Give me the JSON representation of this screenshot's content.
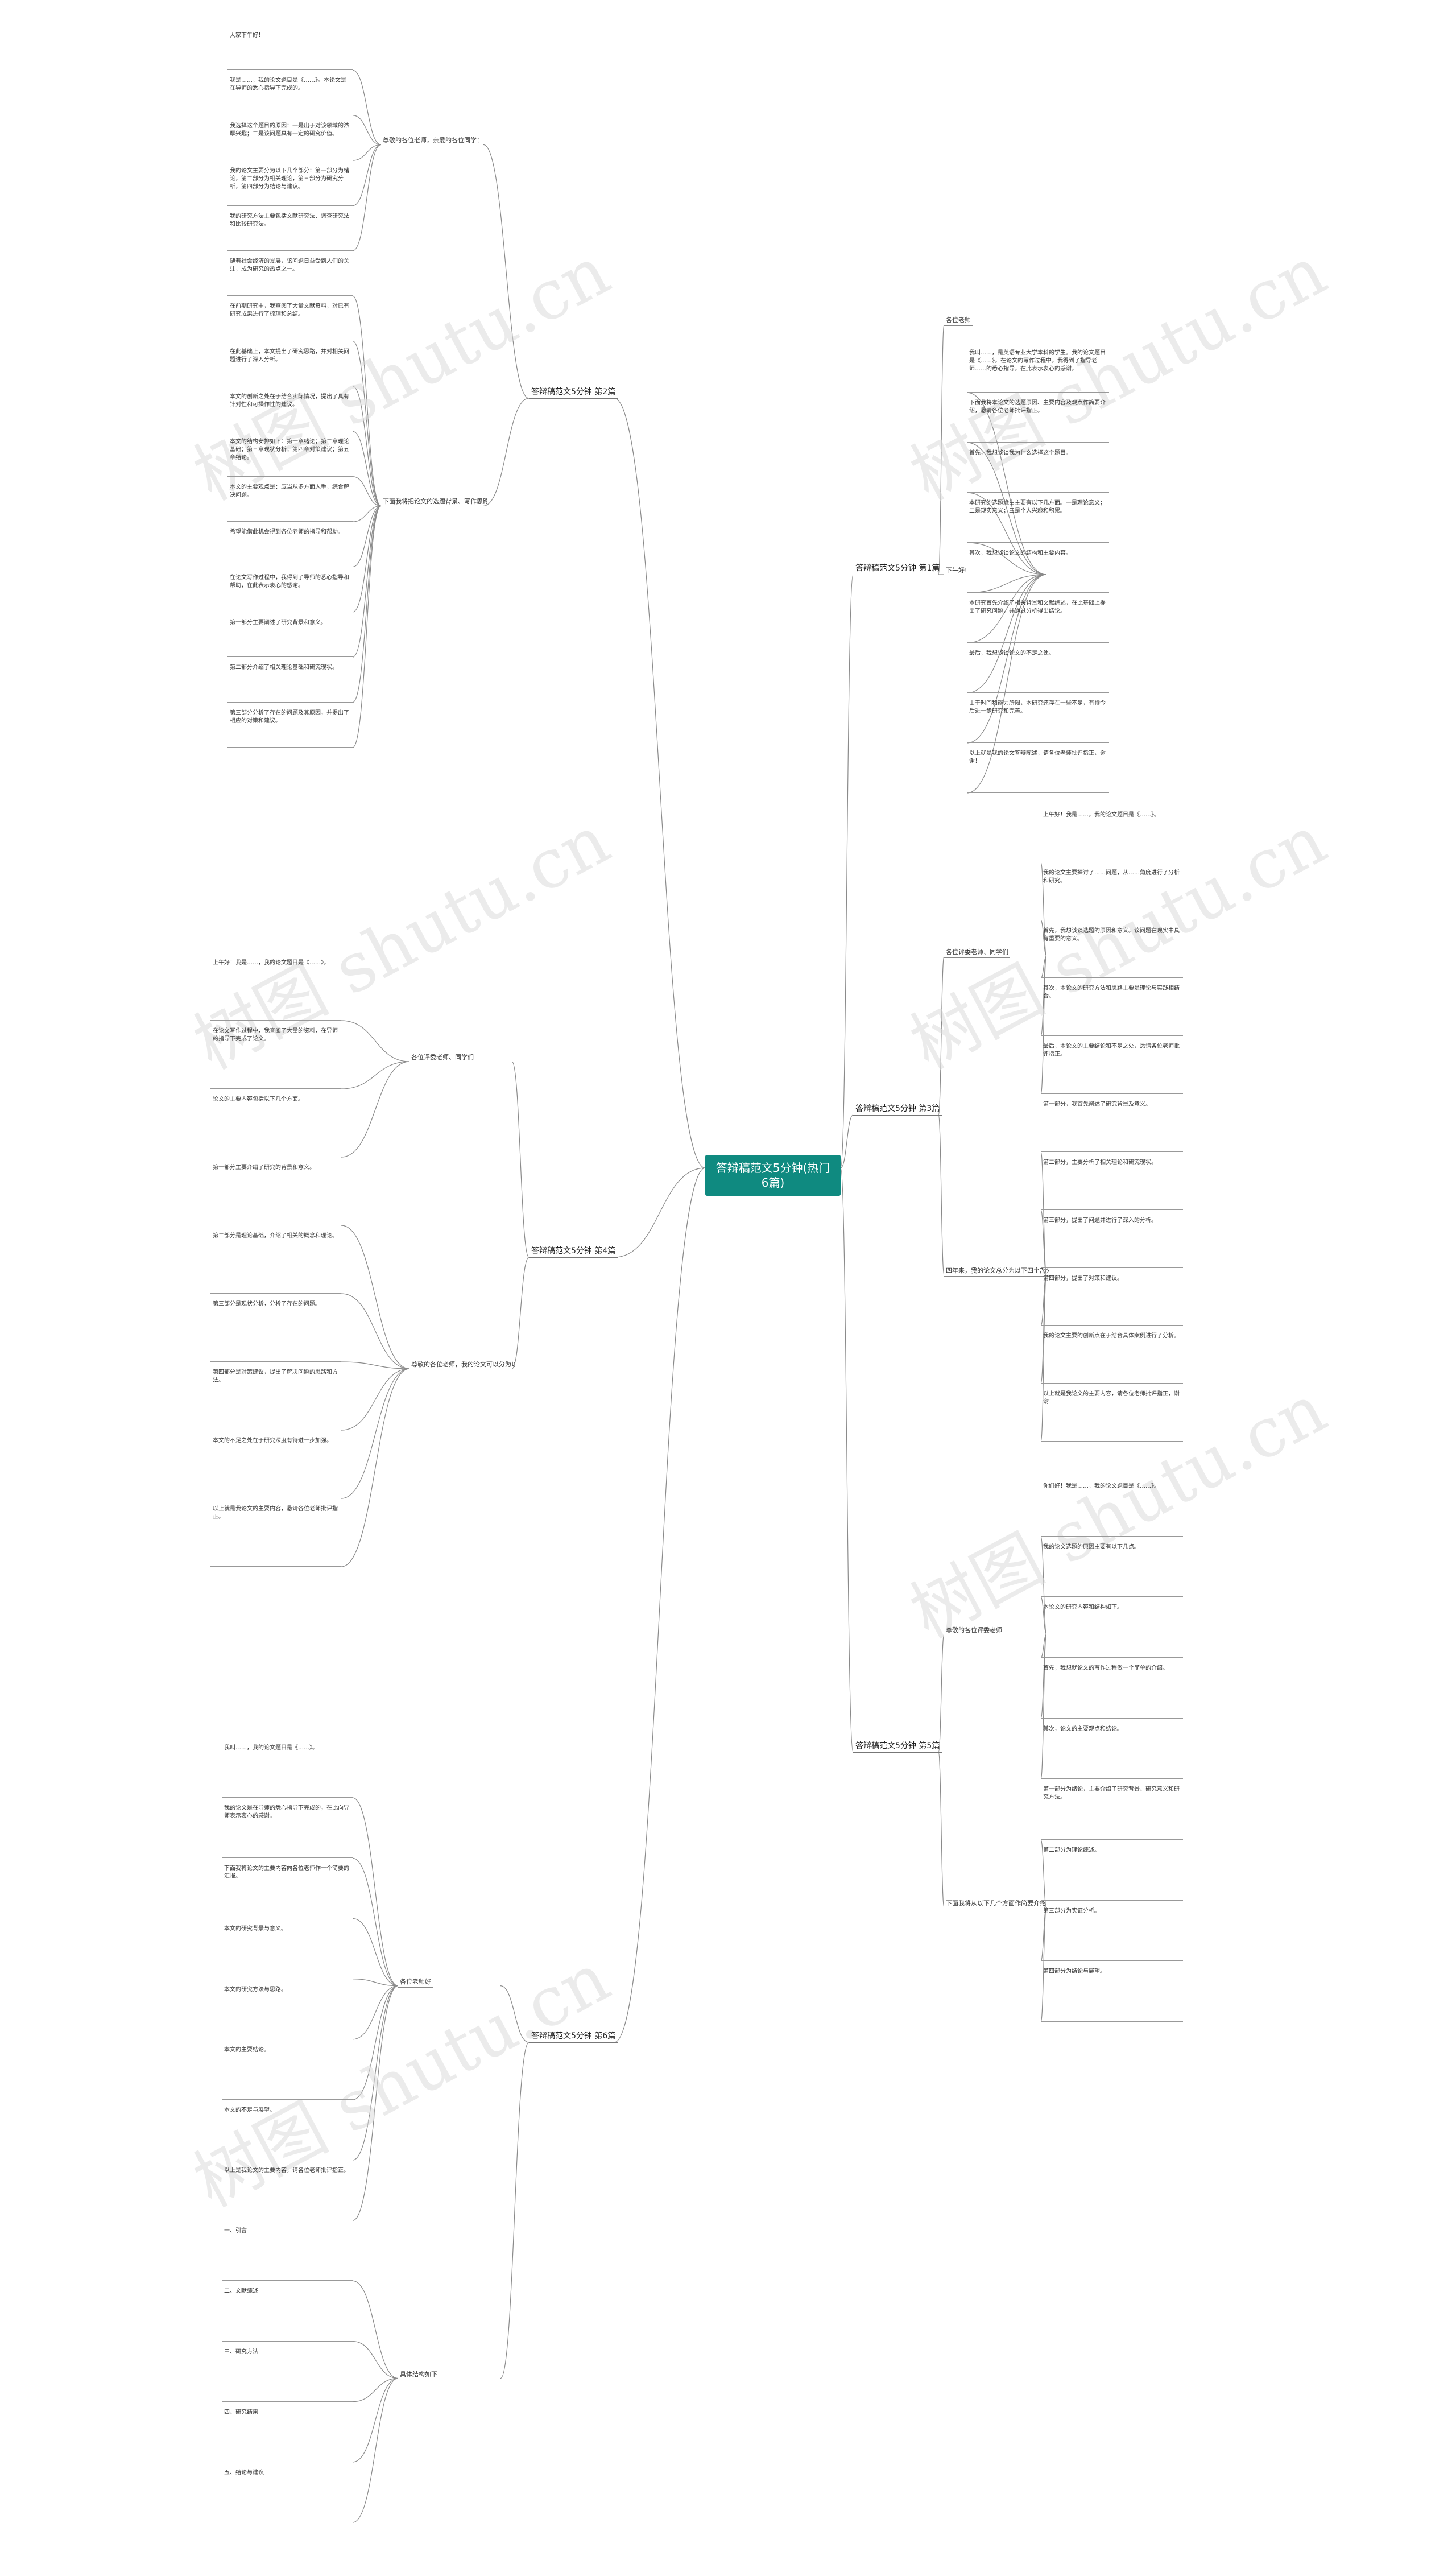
{
  "watermark": "树图 shutu.cn",
  "root": {
    "title": "答辩稿范文5分钟(热门6篇)"
  },
  "branches": [
    {
      "label": "答辩稿范文5分钟 第1篇",
      "children": [
        {
          "label": "各位老师",
          "leaves": []
        },
        {
          "label": "下午好!",
          "leaves": [
            "我叫……，是英语专业大学本科的学生。我的论文题目是《……》。在论文的写作过程中，我得到了指导老师……的悉心指导，在此表示衷心的感谢。",
            "下面我将本论文的选题原因、主要内容及观点作简要介绍，恳请各位老师批评指正。",
            "首先，我想谈谈我为什么选择这个题目。",
            "本研究的选题缘由主要有以下几方面。一是理论意义；二是现实意义；三是个人兴趣和积累。",
            "其次，我想谈谈论文的结构和主要内容。",
            "本研究首先介绍了相关背景和文献综述，在此基础上提出了研究问题，并通过分析得出结论。",
            "最后，我想谈谈论文的不足之处。",
            "由于时间和能力所限，本研究还存在一些不足，有待今后进一步研究和完善。",
            "以上就是我的论文答辩陈述，请各位老师批评指正，谢谢！"
          ]
        }
      ]
    },
    {
      "label": "答辩稿范文5分钟 第2篇",
      "children": [
        {
          "label": "尊敬的各位老师，亲爱的各位同学：",
          "leaves": [
            "大家下午好！",
            "我是……，我的论文题目是《……》。本论文是在导师的悉心指导下完成的。",
            "我选择这个题目的原因：一是出于对该领域的浓厚兴趣；二是该问题具有一定的研究价值。",
            "我的论文主要分为以下几个部分：第一部分为绪论，第二部分为相关理论，第三部分为研究分析，第四部分为结论与建议。",
            "我的研究方法主要包括文献研究法、调查研究法和比较研究法。"
          ]
        },
        {
          "label": "下面我将把论文的选题背景、写作思路以及研究主要内容向各位老师作简要汇报",
          "leaves": [
            "随着社会经济的发展，该问题日益受到人们的关注，成为研究的热点之一。",
            "在前期研究中，我查阅了大量文献资料，对已有研究成果进行了梳理和总结。",
            "在此基础上，本文提出了研究思路，并对相关问题进行了深入分析。",
            "本文的创新之处在于结合实际情况，提出了具有针对性和可操作性的建议。",
            "本文的结构安排如下：第一章绪论；第二章理论基础；第三章现状分析；第四章对策建议；第五章结论。",
            "本文的主要观点是：应当从多方面入手，综合解决问题。",
            "希望能借此机会得到各位老师的指导和帮助。",
            "在论文写作过程中，我得到了导师的悉心指导和帮助，在此表示衷心的感谢。",
            "第一部分主要阐述了研究背景和意义。",
            "第二部分介绍了相关理论基础和研究现状。",
            "第三部分分析了存在的问题及其原因，并提出了相应的对策和建议。"
          ]
        }
      ]
    },
    {
      "label": "答辩稿范文5分钟 第3篇",
      "children": [
        {
          "label": "各位评委老师、同学们",
          "leaves": [
            "上午好！我是……，我的论文题目是《……》。",
            "我的论文主要探讨了……问题，从……角度进行了分析和研究。",
            "首先，我想谈谈选题的原因和意义。该问题在现实中具有重要的意义。",
            "其次，本论文的研究方法和思路主要是理论与实践相结合。",
            "最后，本论文的主要结论和不足之处，恳请各位老师批评指正。"
          ]
        },
        {
          "label": "四年来，我的论文总分为以下四个部分",
          "leaves": [
            "第一部分，我首先阐述了研究背景及意义。",
            "第二部分，主要分析了相关理论和研究现状。",
            "第三部分，提出了问题并进行了深入的分析。",
            "第四部分，提出了对策和建议。",
            "我的论文主要的创新点在于结合具体案例进行了分析。",
            "以上就是我论文的主要内容，请各位老师批评指正，谢谢！"
          ]
        }
      ]
    },
    {
      "label": "答辩稿范文5分钟 第4篇",
      "children": [
        {
          "label": "各位评委老师、同学们",
          "leaves": [
            "上午好！我是……，我的论文题目是《……》。",
            "在论文写作过程中，我查阅了大量的资料，在导师的指导下完成了论文。",
            "论文的主要内容包括以下几个方面。"
          ]
        },
        {
          "label": "尊敬的各位老师，我的论文可以分为以下几个部分",
          "leaves": [
            "第一部分主要介绍了研究的背景和意义。",
            "第二部分是理论基础，介绍了相关的概念和理论。",
            "第三部分是现状分析，分析了存在的问题。",
            "第四部分是对策建议，提出了解决问题的思路和方法。",
            "本文的不足之处在于研究深度有待进一步加强。",
            "以上就是我论文的主要内容，恳请各位老师批评指正。"
          ]
        }
      ]
    },
    {
      "label": "答辩稿范文5分钟 第5篇",
      "children": [
        {
          "label": "尊敬的各位评委老师",
          "leaves": [
            "你们好！我是……，我的论文题目是《……》。",
            "我的论文选题的原因主要有以下几点。",
            "本论文的研究内容和结构如下。",
            "首先，我想就论文的写作过程做一个简单的介绍。",
            "其次，论文的主要观点和结论。"
          ]
        },
        {
          "label": "下面我将从以下几个方面作简要介绍",
          "leaves": [
            "第一部分为绪论，主要介绍了研究背景、研究意义和研究方法。",
            "第二部分为理论综述。",
            "第三部分为实证分析。",
            "第四部分为结论与展望。"
          ]
        }
      ]
    },
    {
      "label": "答辩稿范文5分钟 第6篇",
      "children": [
        {
          "label": "各位老师好",
          "leaves": [
            "我叫……，我的论文题目是《……》。",
            "我的论文是在导师的悉心指导下完成的，在此向导师表示衷心的感谢。",
            "下面我将论文的主要内容向各位老师作一个简要的汇报。",
            "本文的研究背景与意义。",
            "本文的研究方法与思路。",
            "本文的主要结论。",
            "本文的不足与展望。",
            "以上是我论文的主要内容，请各位老师批评指正。"
          ]
        },
        {
          "label": "具体结构如下",
          "leaves": [
            "一、引言",
            "二、文献综述",
            "三、研究方法",
            "四、研究结果",
            "五、结论与建议"
          ]
        }
      ]
    }
  ]
}
